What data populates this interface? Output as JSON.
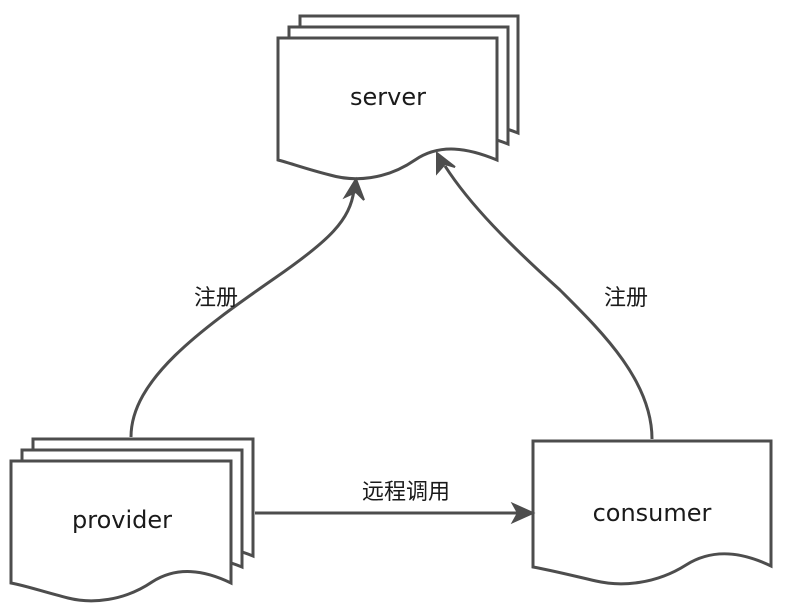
{
  "nodes": {
    "server": {
      "label": "server",
      "shape": "multi-document"
    },
    "provider": {
      "label": "provider",
      "shape": "multi-document"
    },
    "consumer": {
      "label": "consumer",
      "shape": "document"
    }
  },
  "edges": {
    "provider_to_server": {
      "label": "注册",
      "from": "provider",
      "to": "server"
    },
    "consumer_to_server": {
      "label": "注册",
      "from": "consumer",
      "to": "server"
    },
    "provider_to_consumer": {
      "label": "远程调用",
      "from": "provider",
      "to": "consumer"
    }
  },
  "colors": {
    "stroke": "#4d4d4d",
    "text": "#1a1a1a",
    "background": "#ffffff"
  }
}
